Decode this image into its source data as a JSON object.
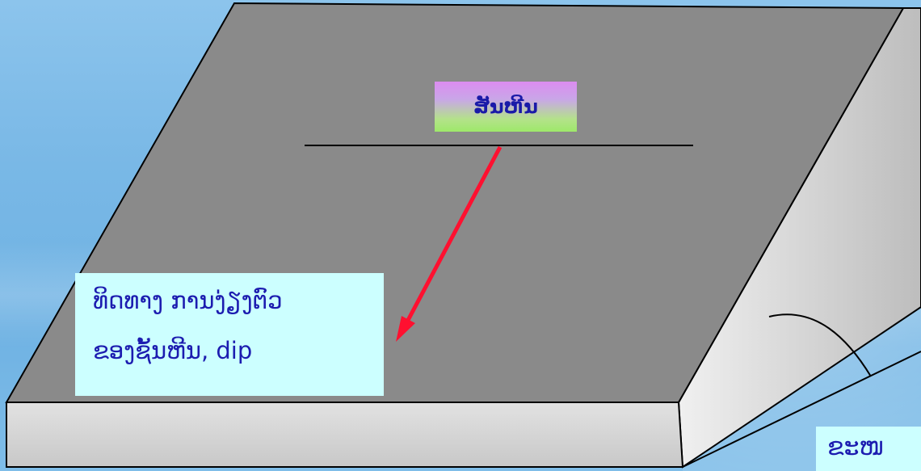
{
  "strike_label": "ສັນຫີນ",
  "dip_direction_label": {
    "line1": "ທິດທາງ ການງ່ຽງຕົວ",
    "line2": "ຂອງຊັ້ນຫີນ, dip"
  },
  "dip_angle_label": "ຂະໜ",
  "colors": {
    "slab_top": "#8a8a8a",
    "slab_side": "#d4d4d4",
    "arrow": "#ff1030",
    "label_box": "#ccffff",
    "label_text": "#1c1cb0"
  }
}
